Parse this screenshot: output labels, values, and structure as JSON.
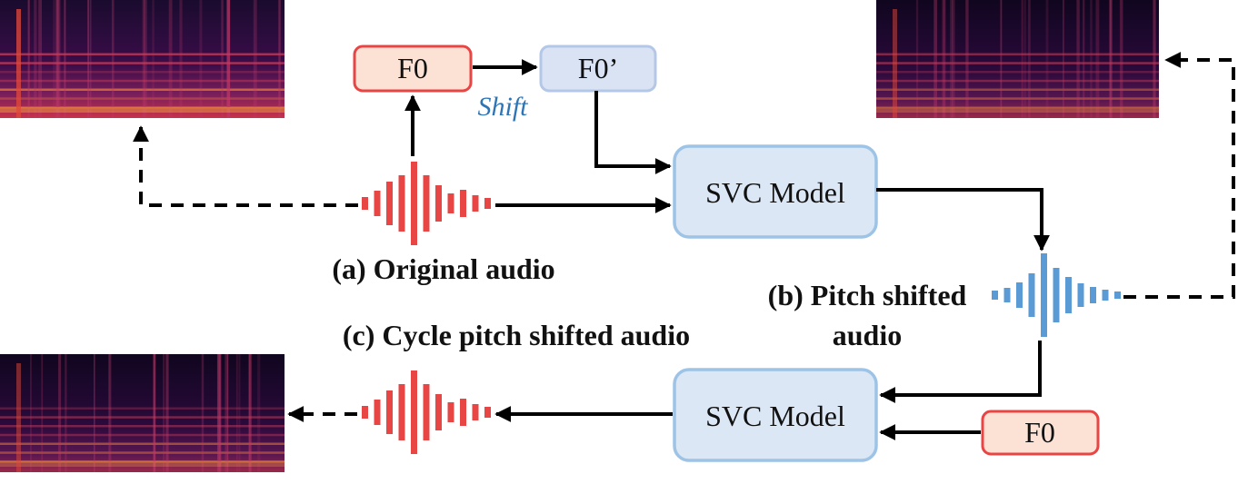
{
  "boxes": {
    "f0_top": "F0",
    "f0_shifted": "F0’",
    "svc_model_top": "SVC Model",
    "svc_model_bottom": "SVC Model",
    "f0_bottom": "F0"
  },
  "shift_label": "Shift",
  "labels": {
    "original_audio": "(a) Original audio",
    "pitch_shifted_line1": "(b) Pitch shifted",
    "pitch_shifted_line2": "audio",
    "cycle_pitch_shifted": "(c) Cycle pitch shifted audio"
  },
  "colors": {
    "red_audio": "#e84545",
    "blue_audio": "#5b9bd5",
    "shift_text": "#2e75b6",
    "f0_fill": "#fbe2d5",
    "f0_stroke": "#e84545",
    "shifted_fill": "#dae3f3",
    "shifted_stroke": "#b4c7e7",
    "svc_fill": "#dbe7f5",
    "svc_stroke": "#9dc3e6"
  },
  "icons": {
    "spectrogram": "spectrogram-image",
    "waveform": "audio-waveform-icon"
  }
}
